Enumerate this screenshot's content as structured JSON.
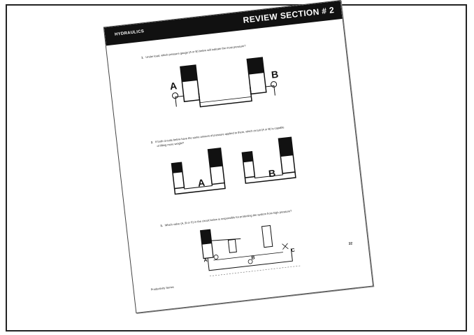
{
  "header": {
    "left": "HYDRAULICS",
    "right": "REVIEW SECTION # 2"
  },
  "questions": [
    {
      "number": "1.",
      "text": "Under load, which pressure gauge (A or B) below will indicate the most pressure?",
      "labels": [
        "A",
        "B"
      ]
    },
    {
      "number": "2.",
      "text_line1": "If both circuits below have the same amount of pressure applied to them, which circuit (A or B) is capable",
      "text_line2": "of lifting more weight?",
      "labels": [
        "A",
        "B"
      ]
    },
    {
      "number": "3.",
      "text": "Which valve (A, B or C) in the circuit below is responsible for protecting the system from high pressure?",
      "labels": [
        "A",
        "B",
        "C"
      ]
    }
  ],
  "page_number": "32",
  "footer": "Productivity Series"
}
